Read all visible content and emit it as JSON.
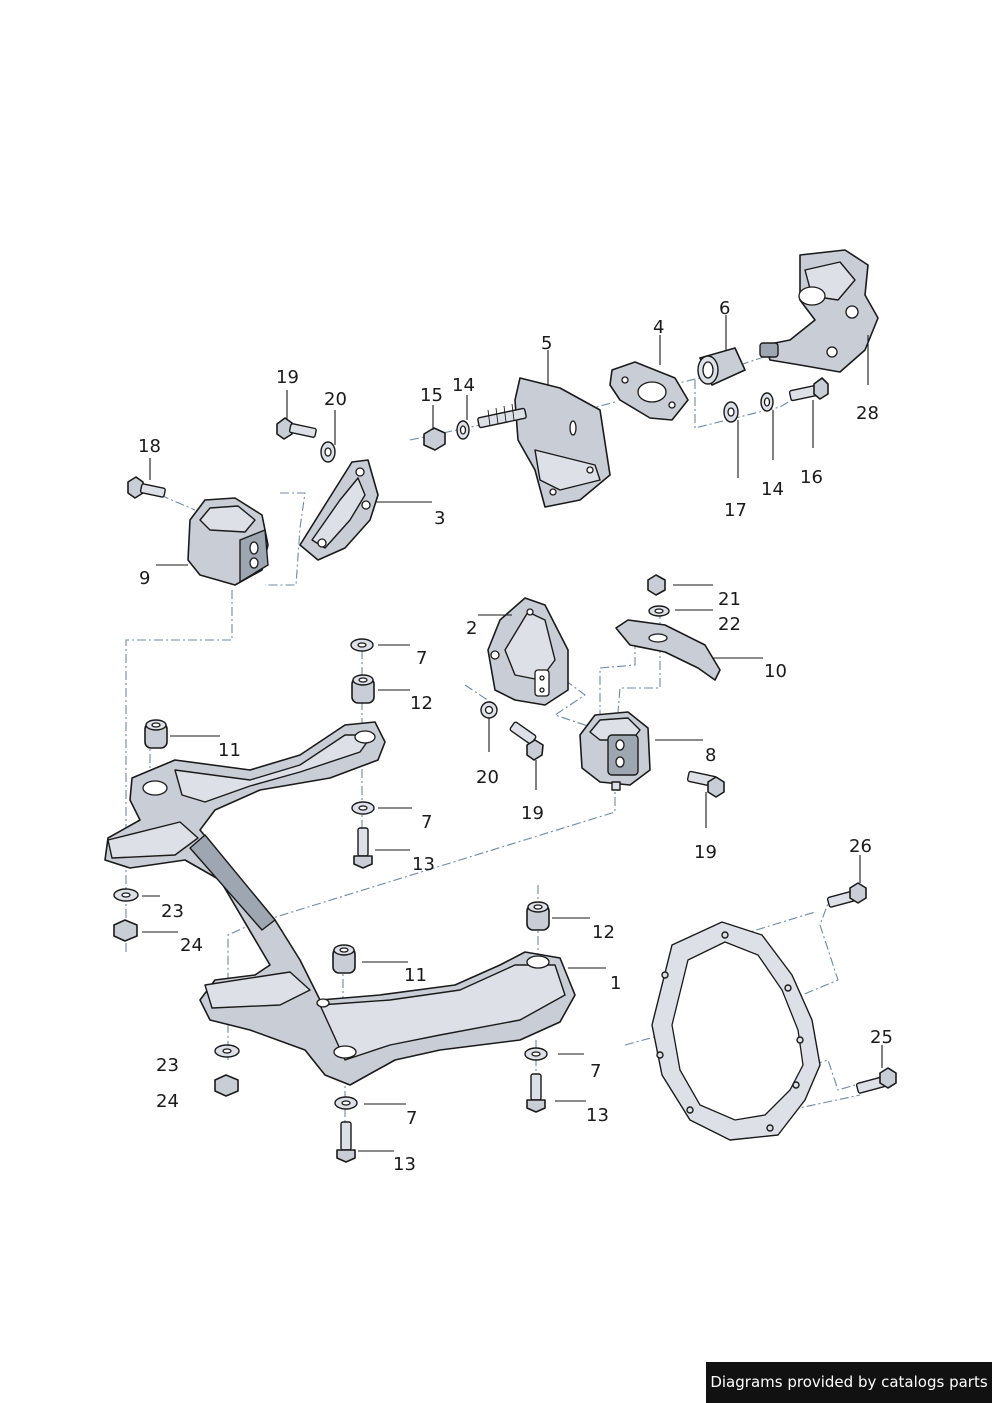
{
  "callouts": {
    "c1": "1",
    "c2": "2",
    "c3": "3",
    "c4": "4",
    "c5": "5",
    "c6": "6",
    "c7": "7",
    "c8": "8",
    "c9": "9",
    "c10": "10",
    "c11": "11",
    "c12": "12",
    "c13": "13",
    "c14": "14",
    "c15": "15",
    "c16": "16",
    "c17": "17",
    "c18": "18",
    "c19": "19",
    "c20": "20",
    "c21": "21",
    "c22": "22",
    "c23": "23",
    "c24": "24",
    "c25": "25",
    "c26": "26",
    "c28": "28"
  },
  "footer": {
    "text": "Diagrams provided by catalogs parts"
  },
  "colors": {
    "part_fill": "#c9ced6",
    "line": "#1a1a1a",
    "dash": "#6f8aa3",
    "footer_bg": "#111111"
  }
}
